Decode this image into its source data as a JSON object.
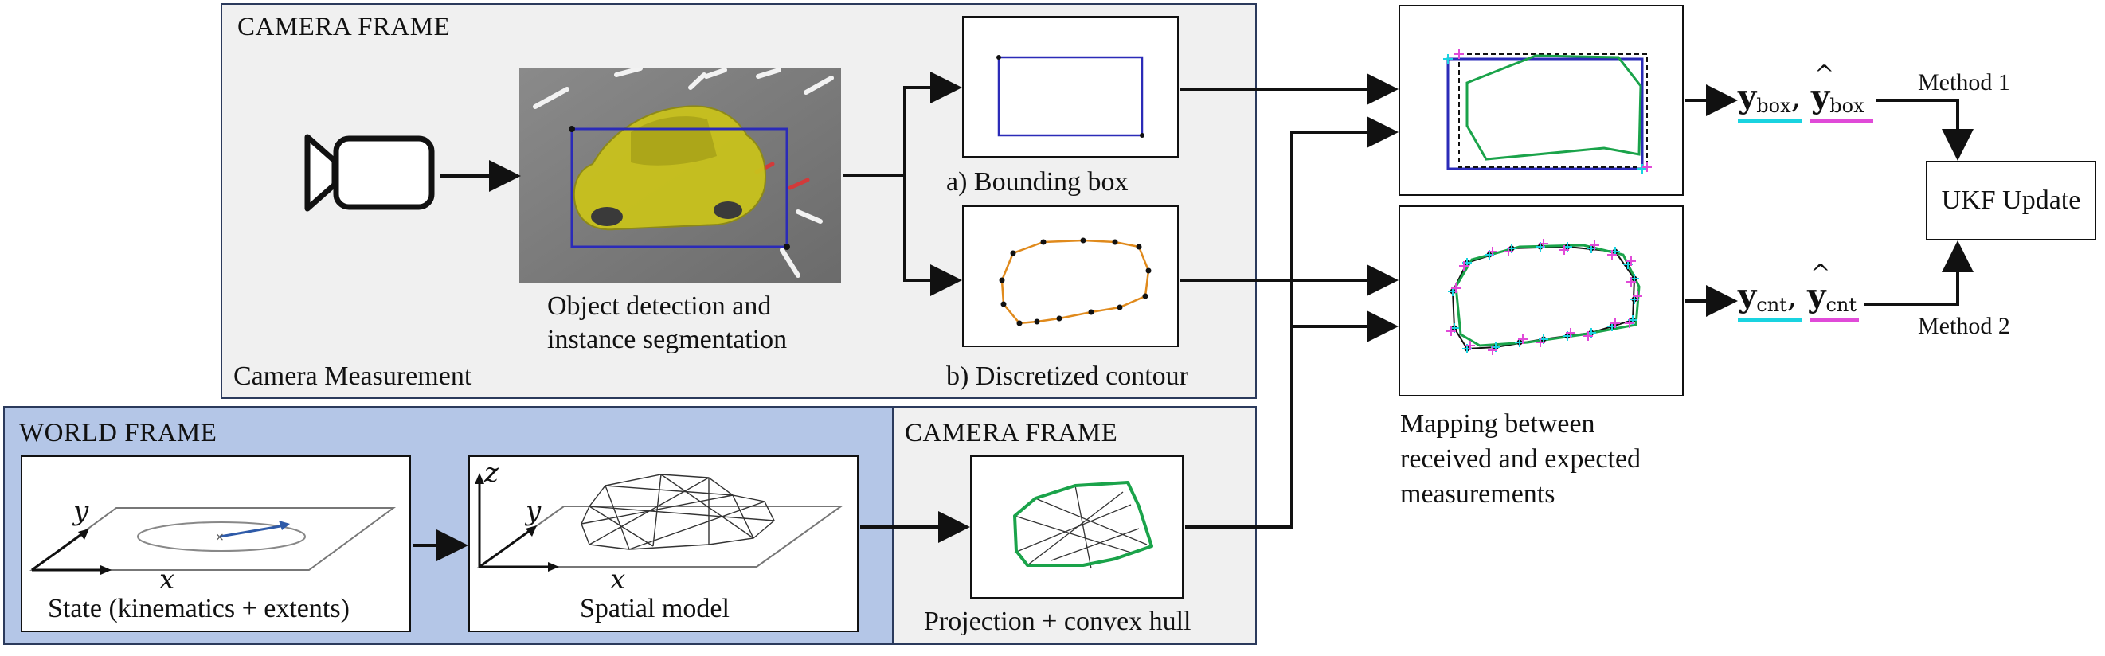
{
  "top_camera_frame": {
    "title": "CAMERA FRAME",
    "footer": "Camera Measurement",
    "camera_icon": "video-camera-icon",
    "detection_caption": [
      "Object detection and",
      "instance segmentation"
    ],
    "bounding_box_caption": "a) Bounding box",
    "contour_caption": "b) Discretized contour"
  },
  "world_frame": {
    "title": "WORLD FRAME",
    "state_caption": "State (kinematics + extents)",
    "spatial_caption": "Spatial model",
    "axis_x": "x",
    "axis_y": "y",
    "axis_z": "z"
  },
  "bottom_camera_frame": {
    "title": "CAMERA FRAME",
    "caption": "Projection + convex hull"
  },
  "mapping": {
    "caption": [
      "Mapping between",
      "received and expected",
      "measurements"
    ]
  },
  "measurements": {
    "box_y": "y",
    "box_sub": "box",
    "cnt_y": "y",
    "cnt_sub": "cnt",
    "separator": ","
  },
  "methods": {
    "method1": "Method 1",
    "method2": "Method 2"
  },
  "ukf": {
    "label": "UKF Update"
  },
  "colors": {
    "frame_border": "#2b3a5c",
    "frame_gray": "#f0f0f0",
    "frame_blue": "#b4c6e7",
    "bbox_blue": "#2b2bb8",
    "contour_orange": "#e08a1c",
    "hull_green": "#1aa34a",
    "cyan": "#19d3e0",
    "magenta": "#e04ad8",
    "car_yellow": "#c9c21c"
  }
}
